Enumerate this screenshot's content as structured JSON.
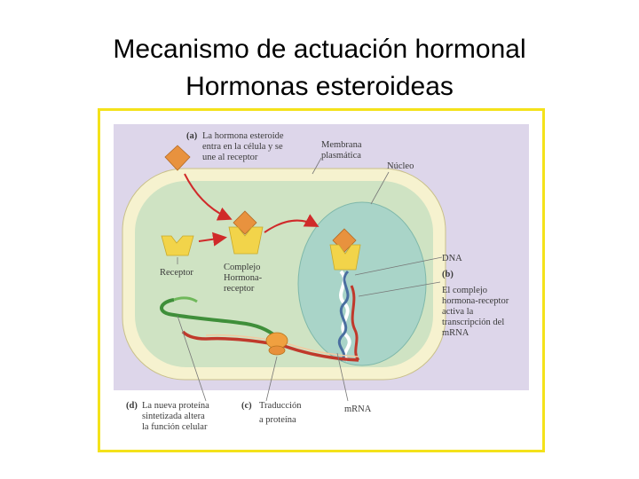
{
  "slide": {
    "title_line1": "Mecanismo de actuación hormonal",
    "title_line2": "Hormonas esteroideas"
  },
  "diagram": {
    "step_a": {
      "letter": "(a)",
      "lines": [
        "La hormona esteroide",
        "entra en la célula y se",
        "une al receptor"
      ]
    },
    "membrana": [
      "Membrana",
      "plasmática"
    ],
    "nucleo": "Núcleo",
    "receptor": "Receptor",
    "complejo": [
      "Complejo",
      "Hormona-",
      "receptor"
    ],
    "dna": "DNA",
    "step_b": {
      "letter": "(b)",
      "lines": [
        "El complejo",
        "hormona-receptor",
        "activa la",
        "transcripción del",
        "mRNA"
      ]
    },
    "step_d": {
      "letter": "(d)",
      "lines": [
        "La nueva proteína",
        "sintetizada altera",
        "la función celular"
      ]
    },
    "step_c": {
      "letter": "(c)",
      "lines": [
        "Traducción",
        "a proteína"
      ]
    },
    "mrna": "mRNA"
  },
  "colors": {
    "frame": "#f4e21a",
    "background": "#ddd6ea",
    "cell_membrane": "#f6f2cf",
    "cytoplasm": "#cfe3c3",
    "nucleus": "#a9d4c8",
    "hormone": "#e8923e",
    "receptor": "#f2d44a",
    "arrow": "#d02a2a",
    "protein": "#3f8f3a",
    "mrna_strand": "#c0392b",
    "ribosome": "#f0a040"
  }
}
